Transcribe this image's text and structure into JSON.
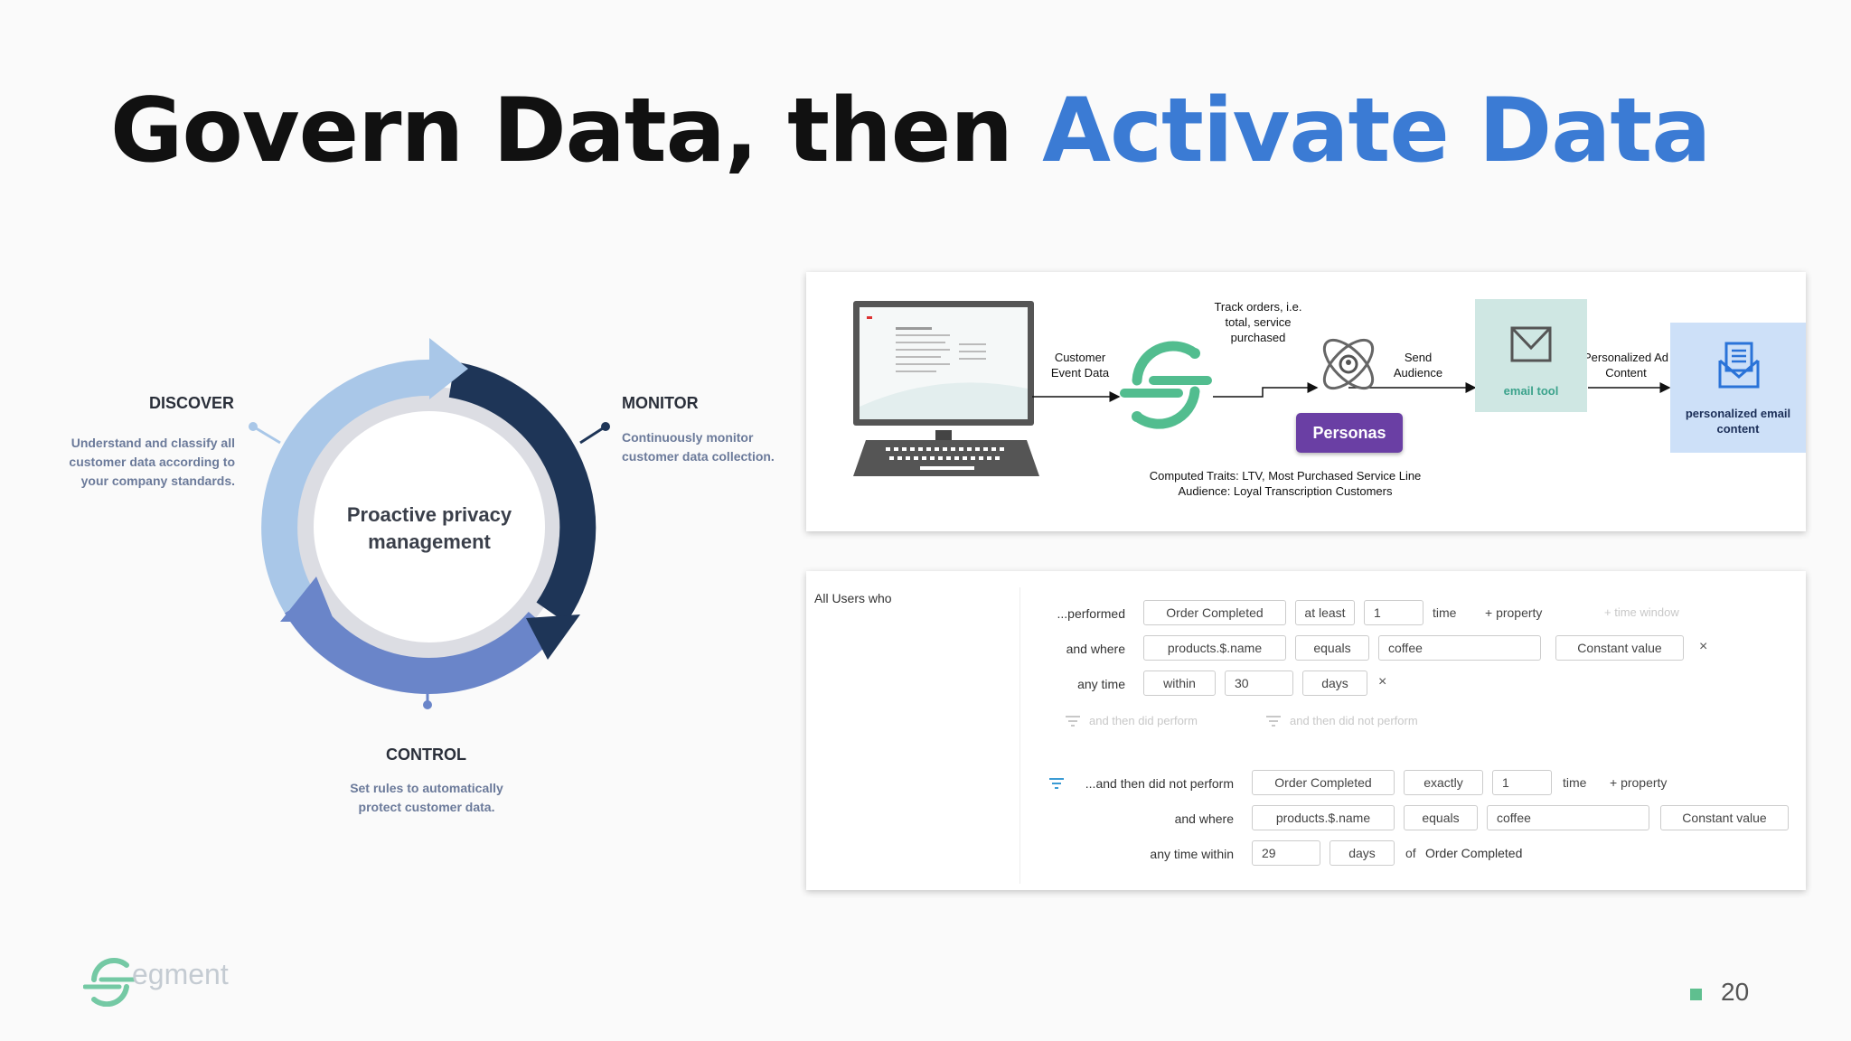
{
  "slide": {
    "title_part1": "Govern Data, then ",
    "title_part2": "Activate Data",
    "page_number": "20",
    "logo_text": "egment"
  },
  "cycle": {
    "center": "Proactive privacy management",
    "discover": {
      "heading": "DISCOVER",
      "text": "Understand and classify all customer data according to your company standards."
    },
    "monitor": {
      "heading": "MONITOR",
      "text": "Continuously monitor customer data collection."
    },
    "control": {
      "heading": "CONTROL",
      "text": "Set rules to automatically protect customer data."
    }
  },
  "flow": {
    "customer_event_data": "Customer Event Data",
    "track_label": "Track orders, i.e. total, service purchased",
    "send_audience": "Send Audience",
    "personas": "Personas",
    "email_tool": "email tool",
    "personalized_ad": "Personalized Ad Content",
    "personalized_email": "personalized email content",
    "computed_traits": "Computed Traits: LTV, Most Purchased Service Line",
    "audience": "Audience: Loyal Transcription Customers"
  },
  "segment": {
    "all_users": "All Users who",
    "r1_label": "...performed",
    "r1_event": "Order Completed",
    "r1_op": "at least",
    "r1_count": "1",
    "r1_unit": "time",
    "r1_prop": "+ property",
    "r1_window": "+ time window",
    "r2_label": "and where",
    "r2_prop": "products.$.name",
    "r2_op": "equals",
    "r2_value": "coffee",
    "r2_type": "Constant value",
    "r3_label": "any time",
    "r3_op": "within",
    "r3_num": "30",
    "r3_unit": "days",
    "ghost1": "and then did perform",
    "ghost2": "and then did not perform",
    "r4_label": "...and then did not perform",
    "r4_event": "Order Completed",
    "r4_op": "exactly",
    "r4_count": "1",
    "r4_unit": "time",
    "r4_prop": "+ property",
    "r5_label": "and where",
    "r5_prop": "products.$.name",
    "r5_op": "equals",
    "r5_value": "coffee",
    "r5_type": "Constant value",
    "r6_label": "any time within",
    "r6_num": "29",
    "r6_unit": "days",
    "r6_of": "of",
    "r6_event": "Order Completed",
    "close_symbol": "×"
  },
  "colors": {
    "accent": "#3b7bd4",
    "personas": "#6a3fa4",
    "segment_green": "#52bd8f"
  }
}
